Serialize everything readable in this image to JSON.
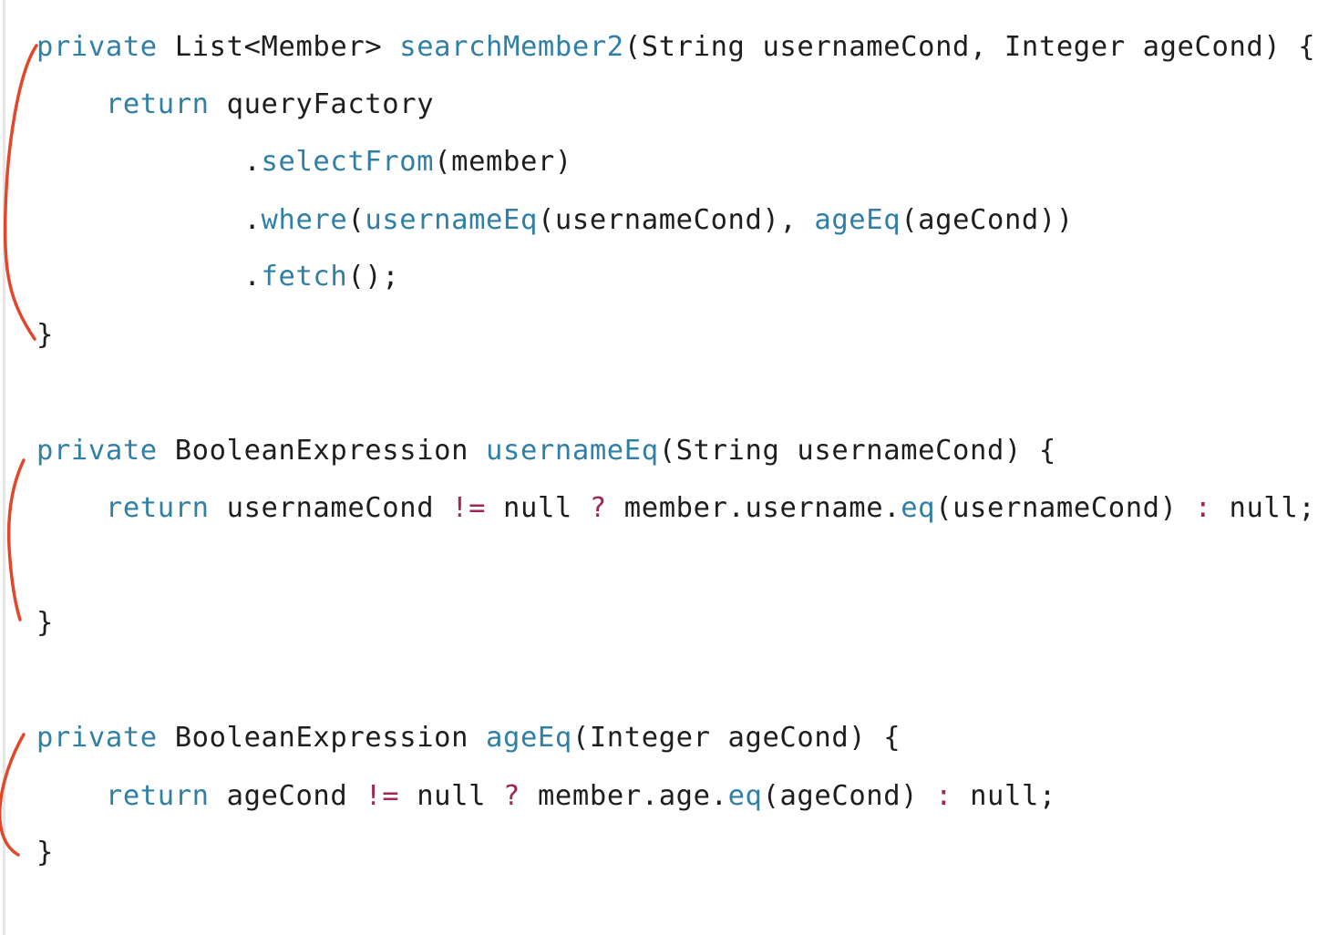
{
  "annotation_color": "#e2472c",
  "colors": {
    "keyword": "#2f7fa6",
    "method": "#2f7fa6",
    "operator": "#a0275a",
    "plain": "#1e1e1e"
  },
  "code_lines": [
    {
      "id": "l1",
      "tokens": [
        [
          "kw",
          "private"
        ],
        [
          "pl",
          " List<Member> "
        ],
        [
          "fn",
          "searchMember2"
        ],
        [
          "pl",
          "(String usernameCond, Integer ageCond) {"
        ]
      ]
    },
    {
      "id": "l2",
      "tokens": [
        [
          "pl",
          "    "
        ],
        [
          "kw",
          "return"
        ],
        [
          "pl",
          " queryFactory"
        ]
      ]
    },
    {
      "id": "l3",
      "tokens": [
        [
          "pl",
          "            ."
        ],
        [
          "fn",
          "selectFrom"
        ],
        [
          "pl",
          "(member)"
        ]
      ]
    },
    {
      "id": "l4",
      "tokens": [
        [
          "pl",
          "            ."
        ],
        [
          "fn",
          "where"
        ],
        [
          "pl",
          "("
        ],
        [
          "fn",
          "usernameEq"
        ],
        [
          "pl",
          "(usernameCond), "
        ],
        [
          "fn",
          "ageEq"
        ],
        [
          "pl",
          "(ageCond))"
        ]
      ]
    },
    {
      "id": "l5",
      "tokens": [
        [
          "pl",
          "            ."
        ],
        [
          "fn",
          "fetch"
        ],
        [
          "pl",
          "();"
        ]
      ]
    },
    {
      "id": "l6",
      "tokens": [
        [
          "pl",
          "}"
        ]
      ]
    },
    {
      "id": "l7",
      "tokens": [
        [
          "kw",
          "private"
        ],
        [
          "pl",
          " BooleanExpression "
        ],
        [
          "fn",
          "usernameEq"
        ],
        [
          "pl",
          "(String usernameCond) {"
        ]
      ]
    },
    {
      "id": "l8",
      "tokens": [
        [
          "pl",
          "    "
        ],
        [
          "kw",
          "return"
        ],
        [
          "pl",
          " usernameCond "
        ],
        [
          "op",
          "!="
        ],
        [
          "pl",
          " null "
        ],
        [
          "op",
          "?"
        ],
        [
          "pl",
          " member.username."
        ],
        [
          "fn",
          "eq"
        ],
        [
          "pl",
          "(usernameCond) "
        ],
        [
          "op",
          ":"
        ],
        [
          "pl",
          " null;"
        ]
      ]
    },
    {
      "id": "l9",
      "tokens": [
        [
          "pl",
          "}"
        ]
      ]
    },
    {
      "id": "l10",
      "tokens": [
        [
          "kw",
          "private"
        ],
        [
          "pl",
          " BooleanExpression "
        ],
        [
          "fn",
          "ageEq"
        ],
        [
          "pl",
          "(Integer ageCond) {"
        ]
      ]
    },
    {
      "id": "l11",
      "tokens": [
        [
          "pl",
          "    "
        ],
        [
          "kw",
          "return"
        ],
        [
          "pl",
          " ageCond "
        ],
        [
          "op",
          "!="
        ],
        [
          "pl",
          " null "
        ],
        [
          "op",
          "?"
        ],
        [
          "pl",
          " member.age."
        ],
        [
          "fn",
          "eq"
        ],
        [
          "pl",
          "(ageCond) "
        ],
        [
          "op",
          ":"
        ],
        [
          "pl",
          " null;"
        ]
      ]
    },
    {
      "id": "l12",
      "tokens": [
        [
          "pl",
          "}"
        ]
      ]
    }
  ]
}
